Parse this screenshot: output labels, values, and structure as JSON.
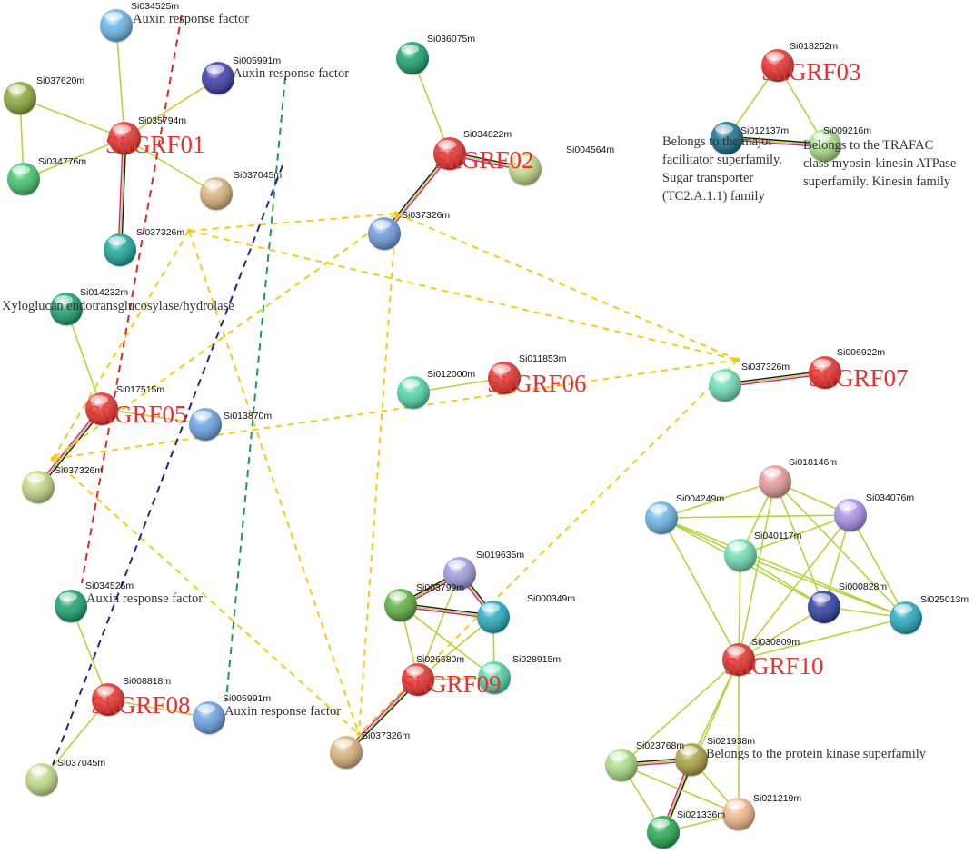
{
  "network": {
    "node_colors": {
      "red": "#e0322e",
      "skyblue": "#6ab4e6",
      "navy": "#3a3aa8",
      "olive": "#8aa83a",
      "green": "#3fc36a",
      "tan": "#d7b27a",
      "teal": "#1aa59a",
      "sea": "#18a06a",
      "seafoam": "#4fd6a8",
      "lightblue": "#6d98dc",
      "lime": "#c2d884",
      "darkteal": "#186e8a",
      "palegreen": "#a9dc86",
      "steel": "#6aa0e2",
      "pink": "#e59a9a",
      "lavender": "#a98ee6",
      "mint": "#6edcb2",
      "indigo": "#2c3a9e",
      "cyan": "#21a8bc",
      "grass": "#5aae3e",
      "khaki": "#a8a040",
      "peach": "#f0b88a",
      "forest": "#22a84a",
      "periwinkle": "#9a9cdc",
      "sage": "#c2dc8a"
    },
    "edge_colors": {
      "solid": "#b4d43c",
      "dashed_yellow": "#f2cc1a",
      "dashed_red": "#e42424",
      "dashed_navy": "#1e2690",
      "dashed_green": "#1a9a5a",
      "magenta": "#d81a9a"
    },
    "labels": {
      "si034525m_a": "Si034525m",
      "auxin_a": "Auxin response factor",
      "si005991m_a": "Si005991m",
      "auxin_b": "Auxin response factor",
      "si037620m": "Si037620m",
      "si035794m": "Si035794m",
      "sitgrf01": "SitGRF01",
      "si034776m": "Si034776m",
      "si037045m_a": "Si037045m",
      "si037326m_a": "Si037326m",
      "si036075m": "Si036075m",
      "si034822m": "Si034822m",
      "sitgrf02": "SitGRF02",
      "si004564m": "Si004564m",
      "si037326m_b": "Si037326m",
      "si018252m": "Si018252m",
      "sitgrf03": "SitGRF03",
      "si012137m": "Si012137m",
      "si009216m": "Si009216m",
      "desc_major_1": "Belongs to the major",
      "desc_major_2": "facilitator superfamily.",
      "desc_major_3": "Sugar transporter",
      "desc_major_4": "(TC2.A.1.1) family",
      "desc_trafac_1": "Belongs to the TRAFAC",
      "desc_trafac_2": "class myosin-kinesin ATPase",
      "desc_trafac_3": "superfamily. Kinesin family",
      "si014232m": "Si014232m",
      "xyloglucan": "Xyloglucan endotransglucosylase/hydrolase",
      "si017515m": "Si017515m",
      "sitgrf05": "SitGRF05",
      "si013870m": "Si013870m",
      "si037326m_c": "Si037326m",
      "si012000m": "Si012000m",
      "si011853m": "Si011853m",
      "sitgrf06": "SitGRF06",
      "si006922m": "Si006922m",
      "si037326m_d": "Si037326m",
      "sitgrf07": "SitGRF07",
      "si018146m": "Si018146m",
      "si004249m": "Si004249m",
      "si034076m": "Si034076m",
      "si040117m": "Si040117m",
      "si000828m": "Si000828m",
      "si025013m": "Si025013m",
      "si030809m": "Si030809m",
      "sitgrf10": "SitGRF10",
      "si023768m": "Si023768m",
      "si021938m": "Si021938m",
      "kinase": "Belongs to the protein kinase superfamily",
      "si021219m": "Si021219m",
      "si021336m": "Si021336m",
      "si034525m_b": "Si034525m",
      "auxin_c": "Auxin response factor",
      "si008818m": "Si008818m",
      "sitgrf08": "SitGRF08",
      "si005991m_b": "Si005991m",
      "auxin_d": "Auxin response factor",
      "si037045m_b": "Si037045m",
      "si019635m": "Si019635m",
      "si003799m": "Si003799m",
      "si000349m": "Si000349m",
      "si026680m": "Si026680m",
      "si028915m": "Si028915m",
      "sitgrf09": "SitGRF09",
      "si037326m_e": "Si037326m"
    }
  }
}
